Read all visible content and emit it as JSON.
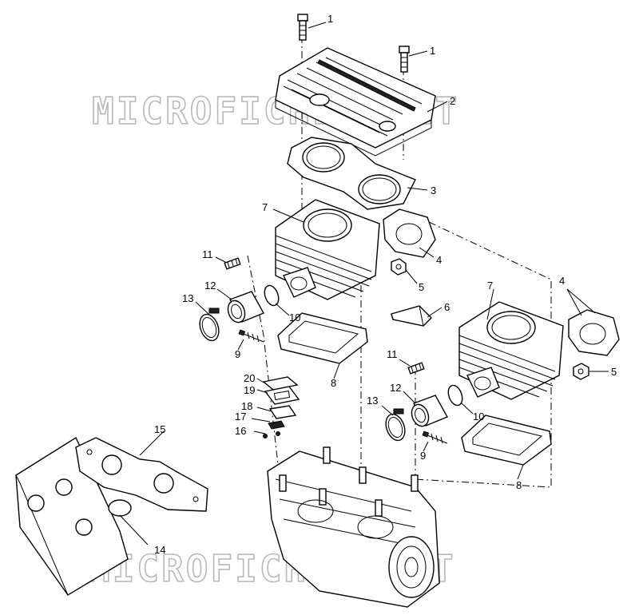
{
  "watermark": "MICROFICHES.NET",
  "callouts": [
    {
      "id": "c1a",
      "text": "1"
    },
    {
      "id": "c1b",
      "text": "1"
    },
    {
      "id": "c2",
      "text": "2"
    },
    {
      "id": "c3",
      "text": "3"
    },
    {
      "id": "c4a",
      "text": "4"
    },
    {
      "id": "c4b",
      "text": "4"
    },
    {
      "id": "c5a",
      "text": "5"
    },
    {
      "id": "c5b",
      "text": "5"
    },
    {
      "id": "c6",
      "text": "6"
    },
    {
      "id": "c7a",
      "text": "7"
    },
    {
      "id": "c7b",
      "text": "7"
    },
    {
      "id": "c8a",
      "text": "8"
    },
    {
      "id": "c8b",
      "text": "8"
    },
    {
      "id": "c9a",
      "text": "9"
    },
    {
      "id": "c9b",
      "text": "9"
    },
    {
      "id": "c10a",
      "text": "10"
    },
    {
      "id": "c10b",
      "text": "10"
    },
    {
      "id": "c11a",
      "text": "11"
    },
    {
      "id": "c11b",
      "text": "11"
    },
    {
      "id": "c12a",
      "text": "12"
    },
    {
      "id": "c12b",
      "text": "12"
    },
    {
      "id": "c13a",
      "text": "13"
    },
    {
      "id": "c13b",
      "text": "13"
    },
    {
      "id": "c14",
      "text": "14"
    },
    {
      "id": "c15",
      "text": "15"
    },
    {
      "id": "c16",
      "text": "16"
    },
    {
      "id": "c17",
      "text": "17"
    },
    {
      "id": "c18",
      "text": "18"
    },
    {
      "id": "c19",
      "text": "19"
    },
    {
      "id": "c20",
      "text": "20"
    }
  ]
}
